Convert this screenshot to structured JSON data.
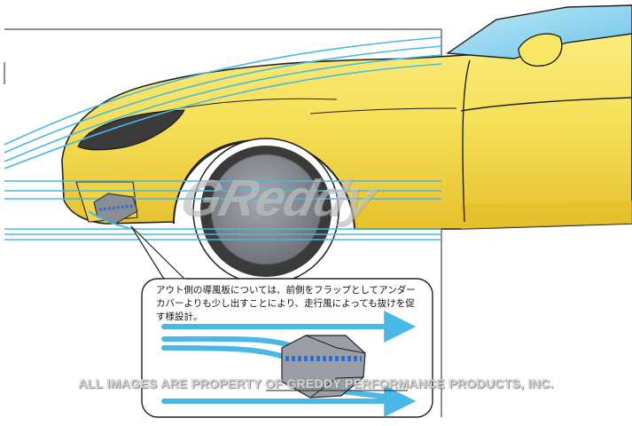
{
  "colors": {
    "car_body": "#f6e15a",
    "car_shade": "#e8c633",
    "airflow": "#49b8e6",
    "tire": "#3a3a3a",
    "wheel": "#8f9299",
    "glass": "#8fd3ee"
  },
  "callout": {
    "lines": [
      "アウト側の導風板については、前側をフラップとしてアンダー",
      "カバーよりも少し出すことにより、走行風によっても抜けを促",
      "す様設計。"
    ]
  },
  "watermark": "ALL IMAGES ARE PROPERTY OF GREDDY PERFORMANCE PRODUCTS, INC.",
  "brand": "GReddy"
}
